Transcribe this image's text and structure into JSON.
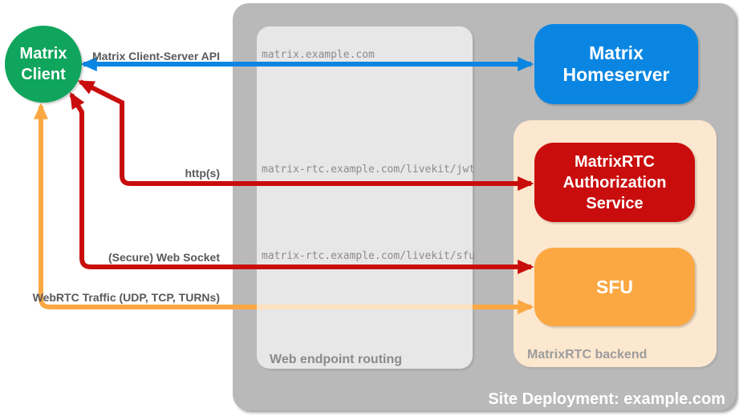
{
  "diagram_title": "Site Deployment: example.com",
  "nodes": {
    "client": "Matrix Client",
    "homeserver": "Matrix Homeserver",
    "auth_service": "MatrixRTC Authorization Service",
    "sfu": "SFU"
  },
  "containers": {
    "site_deployment": "Site Deployment: example.com",
    "web_endpoint_routing": "Web endpoint routing",
    "matrixrtc_backend": "MatrixRTC backend"
  },
  "connections": [
    {
      "label": "Matrix Client-Server API",
      "endpoint": "matrix.example.com",
      "from": "Matrix Client",
      "to": "Matrix Homeserver",
      "color": "#0a86e2"
    },
    {
      "label": "http(s)",
      "endpoint": "matrix-rtc.example.com/livekit/jwt",
      "from": "Matrix Client",
      "to": "MatrixRTC Authorization Service",
      "color": "#c90d0d"
    },
    {
      "label": "(Secure) Web Socket",
      "endpoint": "matrix-rtc.example.com/livekit/sfu",
      "from": "Matrix Client",
      "to": "SFU",
      "color": "#c90d0d"
    },
    {
      "label": "WebRTC Traffic (UDP, TCP, TURNs)",
      "endpoint": "",
      "from": "Matrix Client",
      "to": "SFU",
      "color": "#fba843"
    }
  ],
  "colors": {
    "client_green": "#0fa55c",
    "homeserver_blue": "#0a86e2",
    "auth_red": "#c90d0d",
    "sfu_orange": "#fba843",
    "backend_peach": "#fce7cf",
    "site_gray": "#b9b9b9",
    "routing_gray": "#e7e7e7"
  }
}
